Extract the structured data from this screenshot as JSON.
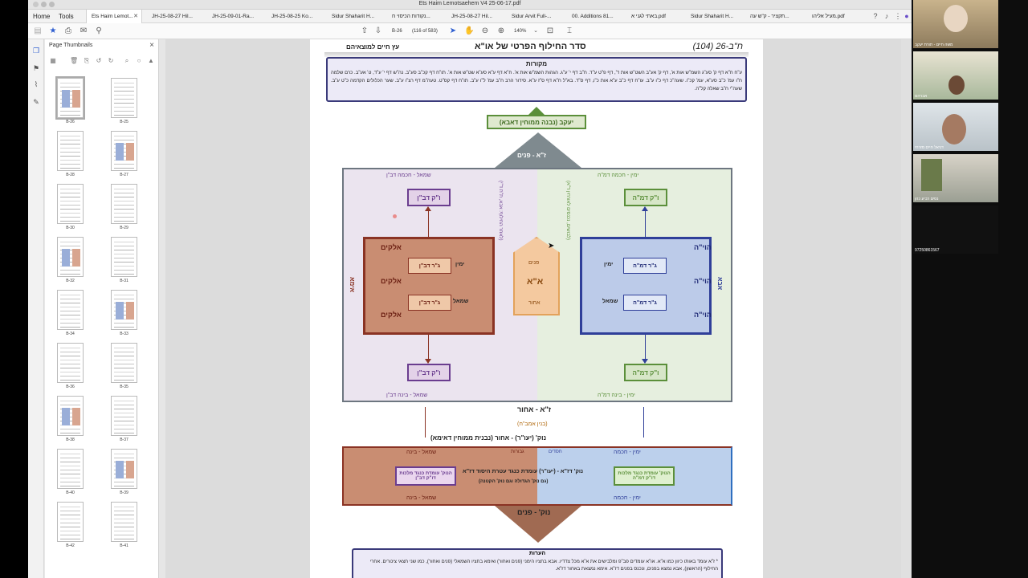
{
  "window": {
    "title": "Ets Haim Lemotsaehem V4 25-06-17.pdf"
  },
  "nav": {
    "home": "Home",
    "tools": "Tools"
  },
  "tabs": [
    {
      "label": "Ets Haim Lemot...",
      "active": true
    },
    {
      "label": "JH-25-08-27 Hil..."
    },
    {
      "label": "JH-25-09-01-Ra..."
    },
    {
      "label": "JH-25-08-25 Ko..."
    },
    {
      "label": "Sidur Shaharit H..."
    },
    {
      "label": "נקודות הכיסוי ח..."
    },
    {
      "label": "JH-25-08-27 Hil..."
    },
    {
      "label": "Sidur Arvit Full-..."
    },
    {
      "label": "00. Additions 81..."
    },
    {
      "label": "באתי לגני א.pdf"
    },
    {
      "label": "Sidur Shaharit H..."
    },
    {
      "label": "תקציר - ק\"ש עה..."
    },
    {
      "label": "מעיל אליהו.pdf"
    }
  ],
  "toolbar": {
    "page_label": "B-26",
    "page_count": "(116 of 583)",
    "zoom": "140%"
  },
  "sidebar": {
    "title": "Page Thumbnails"
  },
  "thumbnails": [
    {
      "label": "B-26",
      "selected": true
    },
    {
      "label": "B-25"
    },
    {
      "label": "B-28"
    },
    {
      "label": "B-27"
    },
    {
      "label": "B-30"
    },
    {
      "label": "B-29"
    },
    {
      "label": "B-32"
    },
    {
      "label": "B-31"
    },
    {
      "label": "B-34"
    },
    {
      "label": "B-33"
    },
    {
      "label": "B-36"
    },
    {
      "label": "B-35"
    },
    {
      "label": "B-38"
    },
    {
      "label": "B-37"
    },
    {
      "label": "B-40"
    },
    {
      "label": "B-39"
    },
    {
      "label": "B-42"
    },
    {
      "label": "B-41"
    }
  ],
  "doc": {
    "page_num": "ח\"ב-26 (104)",
    "title": "סדר החילוף הפרטי של או\"א",
    "subtitle": "עץ חיים למוצאיהם",
    "sources_title": "מקורות",
    "sources_text": "ע\"ח ח\"א דף ק' סע\"ג השמ\"ש אות א', דף ק' אע\"ב השט\"ש אות ד', דף פ\"ט ע\"ד. ח\"ב דף י' ע\"ג. הגהות השמ\"ש אות א'. ח\"א דף ע\"א סע\"א שט\"ש אות א'. תו\"ח דף קכ\"ב סע\"ב. נה\"ש דף י' ע\"ד, ט' אע\"ב. כרם שלמה ח\"ו עמ' כ\"ב סע\"א, עמ' קכ\"ו. שעה\"כ דף כ\"ו ע\"ב. עו\"ח דף כ\"ב ע\"א אות כ\"ו, דף ס\"ד. בא\"ל ח\"א דף ס\"ז ע\"א. סידור הרב ח\"ב עמ' ל\"ו ע\"ב. תו\"ח דף קס\"ט. טעה\"מ דף רצ\"ו ע\"ב. שער הכלולים הקדמה כ\"ט ע\"ב. שעה\"י ח\"ב שאלה קל\"ה.",
    "notes_title": "הערות",
    "notes_text": "* ז\"א עומד באותו כיוון כמו א\"א. או\"א עומדים פב\"פ ומלבישים את א\"א מכל צדדיו. אבא בחציו הימני (פנים ואחור) ואימא בחציו השמאלי (פנים ואחור), כמו שני חצאי צינורים. אחרי החילוף (הראשון), אבא נמצא בפנים, ונכנס בפנים דז\"א. אימא נמצאת באחור דז\"א."
  },
  "diagram": {
    "top_partzuf": "יעקב (נבנה ממוחין דאבא)",
    "za_face": "ז\"א - פנים",
    "left_top_label": "שמאל - חכמה דב\"ן",
    "right_top_label": "ימין - חכמה דמ\"ה",
    "left_bottom_label": "שמאל - בינה דב\"ן",
    "right_bottom_label": "ימין - בינה דמ\"ה",
    "ima_top_box": "ו\"ק דב\"ן",
    "ima_bottom_box": "ו\"ק דב\"ן",
    "aba_top_box": "ו\"ק דמ\"ה",
    "aba_bottom_box": "ו\"ק דמ\"ה",
    "ima_inner_top": "ג\"ר דב\"ן",
    "ima_inner_bottom": "ג\"ר דב\"ן",
    "ima_side_right_top": "ימין",
    "ima_side_right_bottom": "שמאל",
    "aba_inner_top": "ג\"ר דמ\"ה",
    "aba_inner_bottom": "ג\"ר דמ\"ה",
    "aba_side_left_top": "ימין",
    "aba_side_left_bottom": "שמאל",
    "ima_letters": [
      "אלקים",
      "אלקים",
      "אלקים"
    ],
    "aba_letters": [
      "הוי\"ה",
      "הוי\"ה",
      "הוי\"ה"
    ],
    "ima_side_word": "אימא",
    "aba_side_word": "אבא",
    "center_top": "פנים",
    "center_name": "א\"א",
    "center_bottom": "אחור",
    "vertical_left": "(לאחר החילוף: אבא, ת\"ת ד\"י)",
    "vertical_right": "(לבושים, נכנסים לאורחין ד\"א)",
    "za_back": "ז\"א - אחור",
    "za_back_sub": "(בנין אמב\"ח)",
    "nok_back": "נוק' (יעו\"ר) - אחור (נבנית ממוחין דאימא)",
    "nok_left_top": "שמאל - בינה",
    "nok_left_bottom": "שמאל - בינה",
    "nok_right_top": "ימין - חכמה",
    "nok_right_bottom": "ימין - חכמה",
    "nok_col_a": "גבורות",
    "nok_col_b": "חסדים",
    "nok_left_box": "הנוק' עומדת כנגד מלכות דו\"ק דב\"ן",
    "nok_right_box": "הנוק' עומדת כנגד מלכות דו\"ק דמ\"ה",
    "nok_center": "נוק' דז\"א - (יעו\"ר) עומדת כנגד עטרת היסוד דז\"א",
    "nok_center_sub": "(גם נוק' הגדולה וגם נוק' הקטנה)",
    "nok_face": "נוק' - פנים"
  },
  "video": {
    "participants": [
      {
        "name": "משה חיים - תורת יעקב"
      },
      {
        "name": "אברהם"
      },
      {
        "name": "דניאל חיים מזרחי"
      },
      {
        "name": "נסים רביע כהן"
      },
      {
        "name": "97250861567"
      }
    ]
  },
  "colors": {
    "ima": "#8a3324",
    "aba": "#2f3f99",
    "green": "#5b8f3a",
    "purple": "#6a3d8f",
    "orange": "#e3a25b"
  }
}
